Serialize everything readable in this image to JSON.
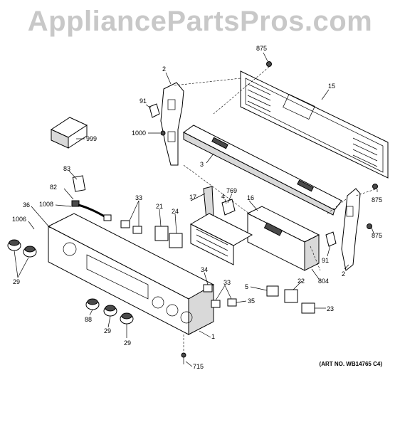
{
  "watermark": "AppliancePartsPros.com",
  "art_number": "(ART NO. WB14765 C4)",
  "callouts": {
    "c875a": "875",
    "c2a": "2",
    "c15": "15",
    "c91a": "91",
    "c1000": "1000",
    "c999": "999",
    "c3": "3",
    "c83": "83",
    "c82": "82",
    "c17": "17",
    "c4": "4",
    "c769": "769",
    "c16": "16",
    "c875b": "875",
    "c33a": "33",
    "c36": "36",
    "c1008": "1008",
    "c21": "21",
    "c24": "24",
    "c1006": "1006",
    "c875c": "875",
    "c29a": "29",
    "c91b": "91",
    "c2b": "2",
    "c34": "34",
    "c33b": "33",
    "c804": "804",
    "c5": "5",
    "c22": "22",
    "c35": "35",
    "c23": "23",
    "c88": "88",
    "c29b": "29",
    "c29c": "29",
    "c1": "1",
    "c715": "715"
  }
}
